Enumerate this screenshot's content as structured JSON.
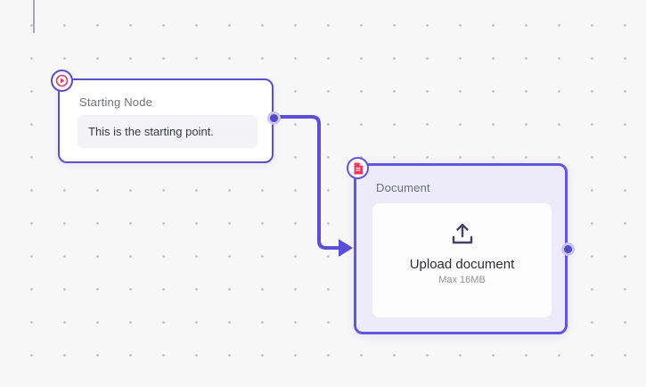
{
  "canvas": {
    "background_color": "#f7f7f8",
    "dot_color": "#c7c7ce"
  },
  "edge": {
    "color": "#5a4fd6"
  },
  "nodes": {
    "starting": {
      "title": "Starting Node",
      "body_text": "This is the starting point.",
      "border_color": "#5a50c8",
      "badge_icon": "play-icon",
      "badge_icon_color": "#e13a63"
    },
    "document": {
      "title": "Document",
      "upload_label": "Upload document",
      "upload_hint": "Max 16MB",
      "border_color": "#6156dd",
      "badge_icon": "document-icon",
      "badge_icon_color": "#e13a63",
      "upload_icon_color": "#47415f"
    }
  }
}
